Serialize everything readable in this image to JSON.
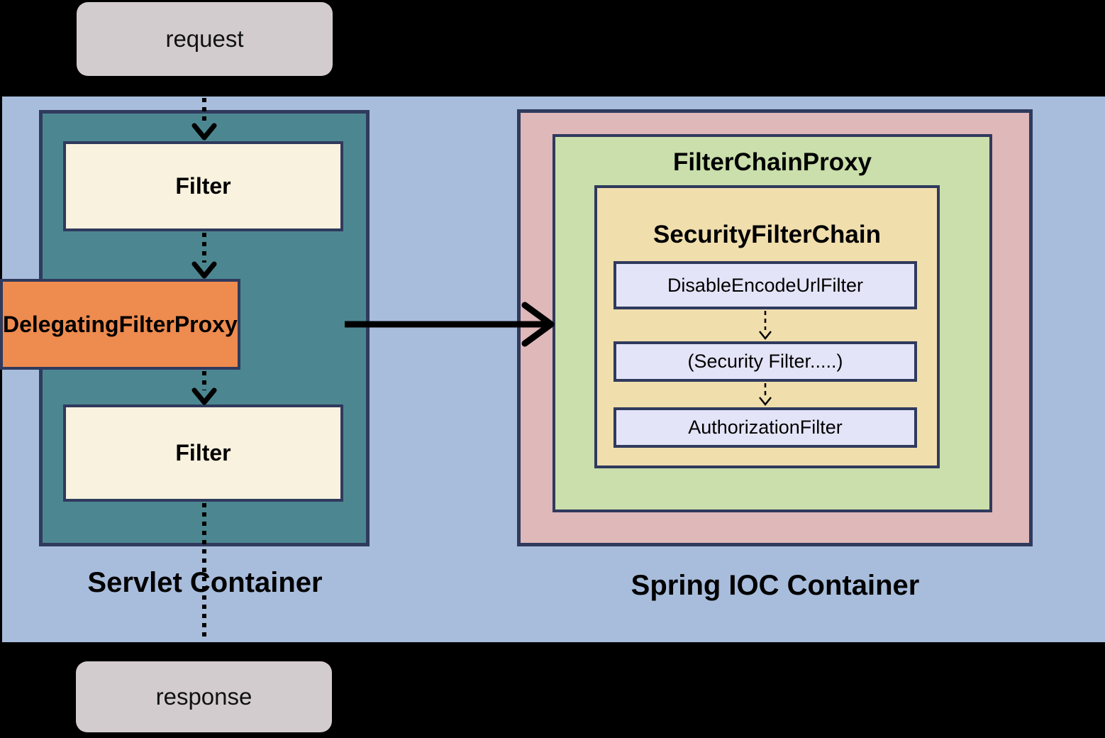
{
  "diagram": {
    "title_implicit": "Spring Security filter chain architecture",
    "request_label": "request",
    "response_label": "response",
    "servlet_container": {
      "label": "Servlet Container",
      "filter_top_label": "Filter",
      "delegating_filter_proxy_label": "DelegatingFilterProxy",
      "filter_bottom_label": "Filter"
    },
    "spring_ioc": {
      "label": "Spring IOC Container",
      "filter_chain_proxy_label": "FilterChainProxy",
      "security_filter_chain_label": "SecurityFilterChain",
      "filters": [
        "DisableEncodeUrlFilter",
        "(Security Filter.....)",
        "AuthorizationFilter"
      ]
    },
    "colors": {
      "background": "#000000",
      "outer_container_blue": "#a8bddc",
      "servlet_container_teal": "#4c8791",
      "filter_cream": "#f8f2de",
      "delegating_proxy_orange": "#ee8b4f",
      "terminal_gray": "#d3cccf",
      "ioc_pink": "#dfb8ba",
      "filter_chain_proxy_green": "#cadfab",
      "security_filter_chain_tan": "#f0dead",
      "chain_filter_lavender": "#e4e4f8",
      "border_navy": "#2f3a5d",
      "arrow_black": "#000000"
    }
  }
}
